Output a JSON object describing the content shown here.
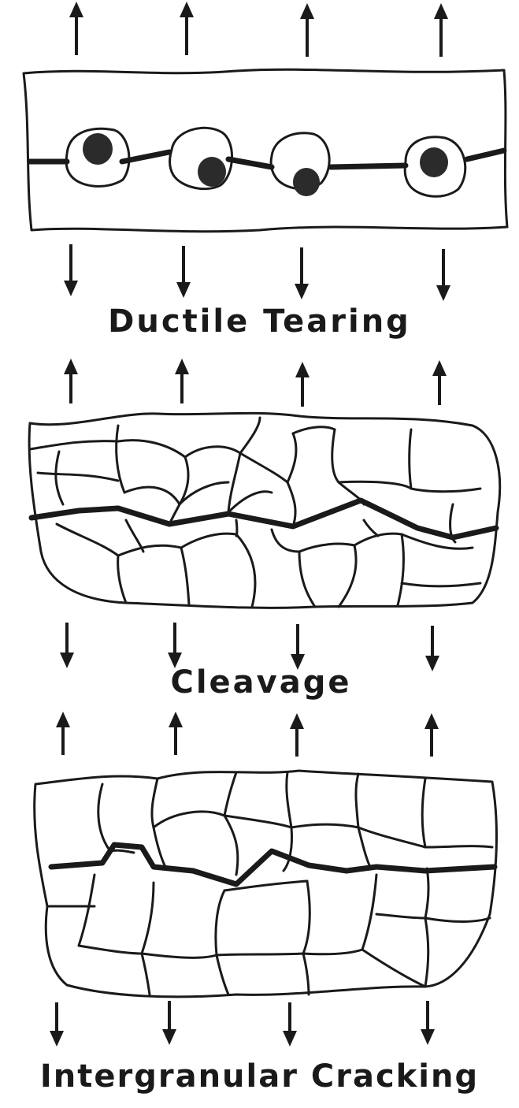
{
  "diagram": {
    "panels": [
      {
        "id": "ductile",
        "label": "Ductile Tearing"
      },
      {
        "id": "cleavage",
        "label": "Cleavage"
      },
      {
        "id": "intergranular",
        "label": "Intergranular Cracking"
      }
    ],
    "colors": {
      "ink": "#1a1a1a",
      "particle": "#2b2b2b",
      "background": "#ffffff"
    },
    "icons": {
      "load": "arrow-up-down"
    }
  }
}
